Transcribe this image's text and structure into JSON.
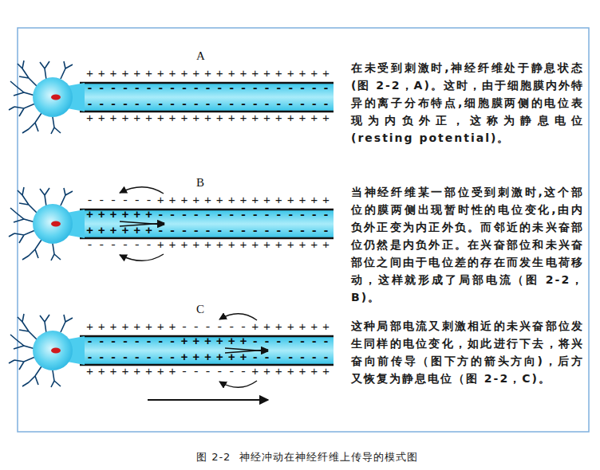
{
  "diagram": {
    "caption": "图 2-2  神经冲动在神经纤维上传导的模式图",
    "labels": [
      "A",
      "+ + + + + + + + + + + + + + + + + + + + +",
      "- - - - - - - - - - - - - - - - - - - - -",
      "- - - - - - - - - - - - - - - - - - - - -",
      "+ + + + + + + + + + + + + + + + + + + + +",
      "在未受到刺激时,神经纤维处于静息状态(图 2-2，A)。这时，由于细胞膜内外特异的离子分布特点,细胞膜两侧的电位表现为内负外正，这称为静息电位 (resting potential)。",
      "B",
      "- - - - - - + + + + + + + + + + + + + + +",
      "+ + + + + + - - - - - - - - - - - - - - -",
      "+ + + + + + - - - - - - - - - - - - - - -",
      "- - - - - - + + + + + + + + + + + + + + +",
      "当神经纤维某一部位受到刺激时,这个部位的膜两侧出现暂时性的电位变化,由内负外正变为内正外负。而邻近的未兴奋部位仍然是内负外正。在兴奋部位和未兴奋部位之间由于电位差的存在而发生电荷移动，这样就形成了局部电流（图 2-2，B)。",
      "C",
      "+ + + + + + + + - - - - - - + + + + + + +",
      "- - - - - - - - + + + + + + - - - - - - -",
      "- - - - - - - - + + + + + + - - - - - - -",
      "+ + + + + + + + - - - - - - + + + + + + +",
      "这种局部电流又刺激相近的未兴奋部位发生同样的电位变化，如此进行下去，将兴奋向前传导（图下方的箭头方向)，后方又恢复为静息电位（图 2-2，C)。"
    ]
  }
}
